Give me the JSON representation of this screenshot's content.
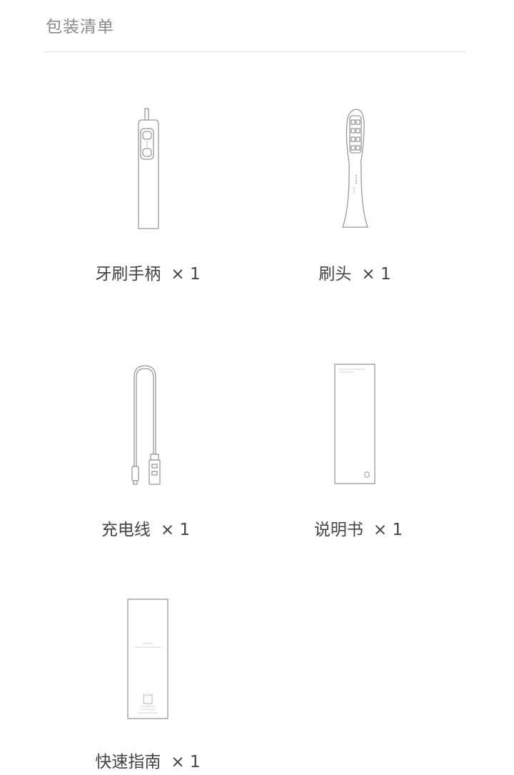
{
  "header": {
    "title": "包装清单"
  },
  "items": [
    {
      "name": "牙刷手柄",
      "qty": "× 1",
      "icon": "toothbrush-handle-icon"
    },
    {
      "name": "刷头",
      "qty": "× 1",
      "icon": "brush-head-icon"
    },
    {
      "name": "充电线",
      "qty": "× 1",
      "icon": "charging-cable-icon"
    },
    {
      "name": "说明书",
      "qty": "× 1",
      "icon": "manual-icon"
    },
    {
      "name": "快速指南",
      "qty": "× 1",
      "icon": "quick-guide-icon"
    }
  ],
  "colors": {
    "title": "#8a8a8a",
    "label": "#444444",
    "line": "#999999",
    "divider": "#dedede"
  }
}
